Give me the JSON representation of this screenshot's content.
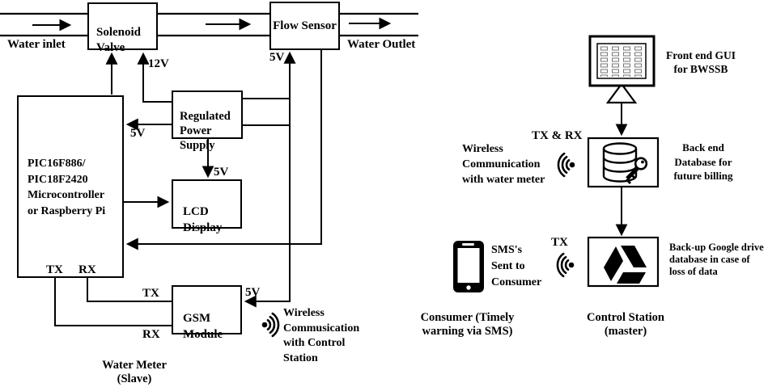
{
  "colors": {
    "ink": "#000000",
    "paper": "#ffffff"
  },
  "slave": {
    "water_inlet": "Water inlet",
    "water_outlet": "Water Outlet",
    "solenoid_valve": "Solenoid\nValve",
    "flow_sensor": "Flow Sensor",
    "regulated_power_supply": "Regulated\nPower\nSupply",
    "microcontroller": "PIC16F886/\nPIC18F2420\nMicrocontroller\nor Raspberry Pi",
    "lcd_display": "LCD\nDisplay",
    "gsm_module": "GSM\nModule",
    "v12": "12V",
    "v5_flow": "5V",
    "v5_mcu": "5V",
    "v5_lcd": "5V",
    "v5_gsm": "5V",
    "tx_pin": "TX",
    "rx_pin": "RX",
    "tx_wire": "TX",
    "rx_wire": "RX",
    "wireless_note": "Wireless\nCommusication\nwith Control\nStation",
    "caption": "Water Meter\n(Slave)"
  },
  "master": {
    "front_end_gui": "Front end GUI\nfor BWSSB",
    "tx_rx": "TX & RX",
    "wireless_note": "Wireless\nCommunication\nwith water meter",
    "backend_db": "Back end\nDatabase for\nfuture billing",
    "tx": "TX",
    "sms_note": "SMS's\nSent to\nConsumer",
    "gdrive_note": "Back-up Google drive\ndatabase in case of\nloss of data",
    "consumer_caption": "Consumer (Timely\nwarning via SMS)",
    "control_station_caption": "Control Station\n(master)"
  }
}
